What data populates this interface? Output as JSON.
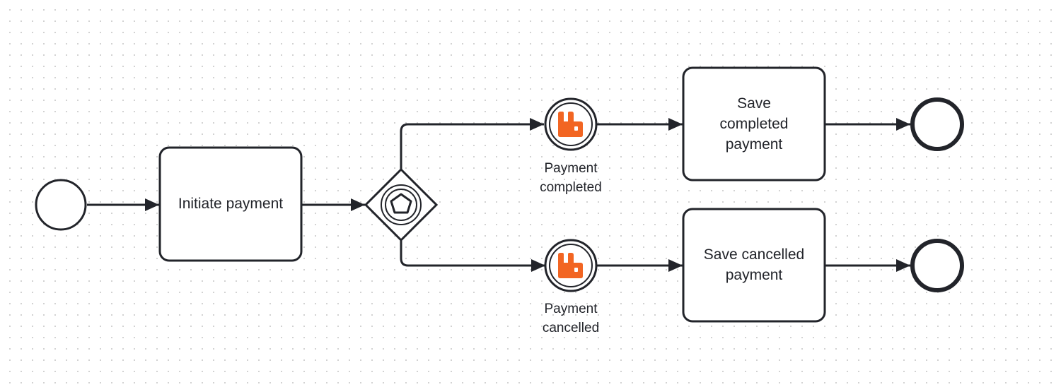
{
  "diagram": {
    "tasks": {
      "initiate_payment": "Initiate payment",
      "save_completed_line1": "Save",
      "save_completed_line2": "completed",
      "save_completed_line3": "payment",
      "save_cancelled_line1": "Save cancelled",
      "save_cancelled_line2": "payment"
    },
    "events": {
      "completed_line1": "Payment",
      "completed_line2": "completed",
      "cancelled_line1": "Payment",
      "cancelled_line2": "cancelled"
    }
  },
  "colors": {
    "stroke": "#22242a",
    "rabbitmq_orange": "#f26522",
    "grid_dot": "#cfcfcf"
  },
  "icons": {
    "message_event_icon": "rabbitmq-icon",
    "gateway_icon": "event-based-gateway-pentagon-icon"
  }
}
